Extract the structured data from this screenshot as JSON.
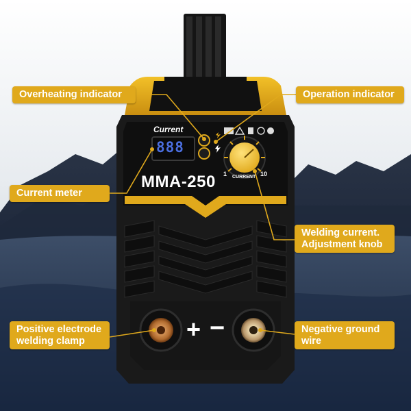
{
  "product": {
    "model": "MMA-250",
    "display_label": "Current",
    "display_readout": "888",
    "knob": {
      "min_label": "1",
      "max_label": "10",
      "caption": "CURRENT"
    },
    "terminals": {
      "positive": "+",
      "negative": "−"
    }
  },
  "callouts": {
    "overheating": {
      "text": "Overheating indicator"
    },
    "operation": {
      "text": "Operation indicator"
    },
    "current_meter": {
      "text": "Current meter"
    },
    "knob": {
      "line1": "Welding current.",
      "line2": "Adjustment knob"
    },
    "positive_clamp": {
      "line1": "Positive electrode",
      "line2": "welding clamp"
    },
    "negative_wire": {
      "line1": "Negative ground",
      "line2": "wire"
    }
  },
  "colors": {
    "accent_yellow": "#e0a91c",
    "body_black": "#1c1c1c",
    "display_blue": "#3b5cc8",
    "background_sky": "#b5c2cf"
  }
}
